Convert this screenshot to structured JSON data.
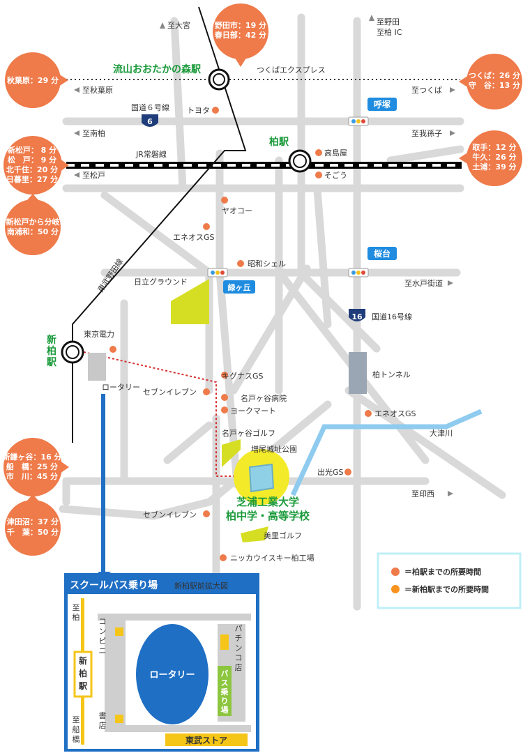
{
  "stations": {
    "nagareyama": "流山おおたかの森駅",
    "kashiwa": "柏駅",
    "shinkashiwa": "新柏駅"
  },
  "lines": {
    "tsukuba_express": "つくばエクスプレス",
    "joban": "JR常磐線",
    "tobu_noda": "東武野田線",
    "route6": "国道６号線",
    "route6_num": "6",
    "route16": "国道16号線",
    "route16_num": "16"
  },
  "directions": {
    "omiya": "至大宮",
    "noda": "至野田",
    "kashiwa_ic": "至柏 IC",
    "akihabara": "至秋葉原",
    "tsukuba": "至つくば",
    "minami_kashiwa": "至南柏",
    "abiko": "至我孫子",
    "matsudo": "至松戸",
    "mito_kaido": "至水戸街道",
    "inzai": "至印西"
  },
  "places": {
    "toyota": "トヨタ",
    "takashimaya": "高島屋",
    "sogo": "そごう",
    "yaoko": "ヤオコー",
    "eneos1": "エネオスGS",
    "showa_shell": "昭和シェル",
    "hitachi_ground": "日立グラウンド",
    "tepco": "東京電力",
    "rotary": "ロータリー",
    "kygnus": "キグナスGS",
    "seven1": "セブンイレブン",
    "nagareyama_hospital": "名戸ヶ谷病院",
    "yorkmart": "ヨークマート",
    "nadoya_golf": "名戸ヶ谷ゴルフ",
    "masuo_park": "増尾城址公園",
    "kashiwa_tunnel": "柏トンネル",
    "eneos2": "エネオスGS",
    "otsu_river": "大津川",
    "idemitsu": "出光GS",
    "seven2": "セブンイレブン",
    "misato_golf": "美里ゴルフ",
    "nikka": "ニッカウイスキー柏工場"
  },
  "signals": {
    "yobitsuka": "呼塚",
    "sakuradai": "桜台",
    "midorigaoka": "緑ヶ丘"
  },
  "school": {
    "line1": "芝浦工業大学",
    "line2": "柏中学・高等学校"
  },
  "bubbles": {
    "top_center": [
      "野田市：19 分",
      "春日部：42 分"
    ],
    "akihabara": [
      "秋葉原：29 分"
    ],
    "tsukuba": [
      "つくば：26 分",
      "守　谷：13 分"
    ],
    "left_joban": [
      "新松戸： 8 分",
      "松　戸： 9 分",
      "北千住：20 分",
      "日暮里：27 分"
    ],
    "right_joban": [
      "取手：12 分",
      "牛久：26 分",
      "土浦：39 分"
    ],
    "minami_urawa": [
      "新松戸から分岐",
      "南浦和：50 分"
    ],
    "shinkamagaya": [
      "新鎌ヶ谷：16 分",
      "船　橋：25 分",
      "市　川：45 分"
    ],
    "tsudanuma": [
      "津田沼：37 分",
      "千　葉：50 分"
    ]
  },
  "legend": {
    "kashiwa": "＝柏駅までの所要時間",
    "shinkashiwa": "＝新柏駅までの所要時間"
  },
  "inset": {
    "title": "スクールバス乗り場",
    "subtitle": "新柏駅前拡大図",
    "to_kashiwa": "至柏",
    "shinkashiwa_st": "新柏駅",
    "to_funabashi": "至船橋",
    "convenience": "コンビニ",
    "bookstore": "書店",
    "rotary": "ロータリー",
    "pachinko": "パチンコ店",
    "bus_stop": "バス乗り場",
    "tobu_store": "東武ストア"
  },
  "colors": {
    "orange_kashiwa": "#ef7a4a",
    "orange_shinkashiwa": "#f7931e",
    "road": "#d8d8d8",
    "green_label": "#1a9a3a",
    "blue": "#1f6fc4",
    "yellow_green": "#d6de23",
    "river": "#8ecbef"
  }
}
